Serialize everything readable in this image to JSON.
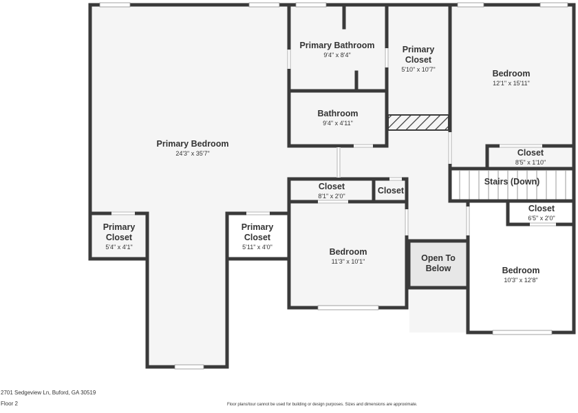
{
  "rooms": {
    "primary_bedroom": {
      "name": "Primary Bedroom",
      "dim": "24'3\" x 35'7\""
    },
    "primary_bathroom": {
      "name": "Primary Bathroom",
      "dim": "9'4\" x 8'4\""
    },
    "primary_closet_top": {
      "name_1": "Primary",
      "name_2": "Closet",
      "dim": "5'10\" x 10'7\""
    },
    "bedroom_ne": {
      "name": "Bedroom",
      "dim": "12'1\" x 15'11\""
    },
    "bathroom": {
      "name": "Bathroom",
      "dim": "9'4\" x 4'11\""
    },
    "closet_right_upper": {
      "name": "Closet",
      "dim": "8'5\" x 1'10\""
    },
    "closet_center": {
      "name": "Closet",
      "dim": "8'1\" x 2'0\""
    },
    "closet_small": {
      "name": "Closet"
    },
    "stairs": {
      "name": "Stairs (Down)"
    },
    "closet_right_lower": {
      "name": "Closet",
      "dim": "6'5\" x 2'0\""
    },
    "primary_closet_left": {
      "name_1": "Primary",
      "name_2": "Closet",
      "dim": "5'4\" x 4'1\""
    },
    "primary_closet_mid": {
      "name_1": "Primary",
      "name_2": "Closet",
      "dim": "5'11\" x 4'0\""
    },
    "bedroom_center": {
      "name": "Bedroom",
      "dim": "11'3\" x 10'1\""
    },
    "open_to_below": {
      "name_1": "Open To",
      "name_2": "Below"
    },
    "bedroom_se": {
      "name": "Bedroom",
      "dim": "10'3\" x 12'8\""
    }
  },
  "footer": {
    "address": "2701 Sedgeview Ln, Buford, GA 30519",
    "floor": "Floor 2",
    "disclaimer": "Floor plans/tour cannot be used for building or design purposes. Sizes and dimensions are approximate."
  }
}
